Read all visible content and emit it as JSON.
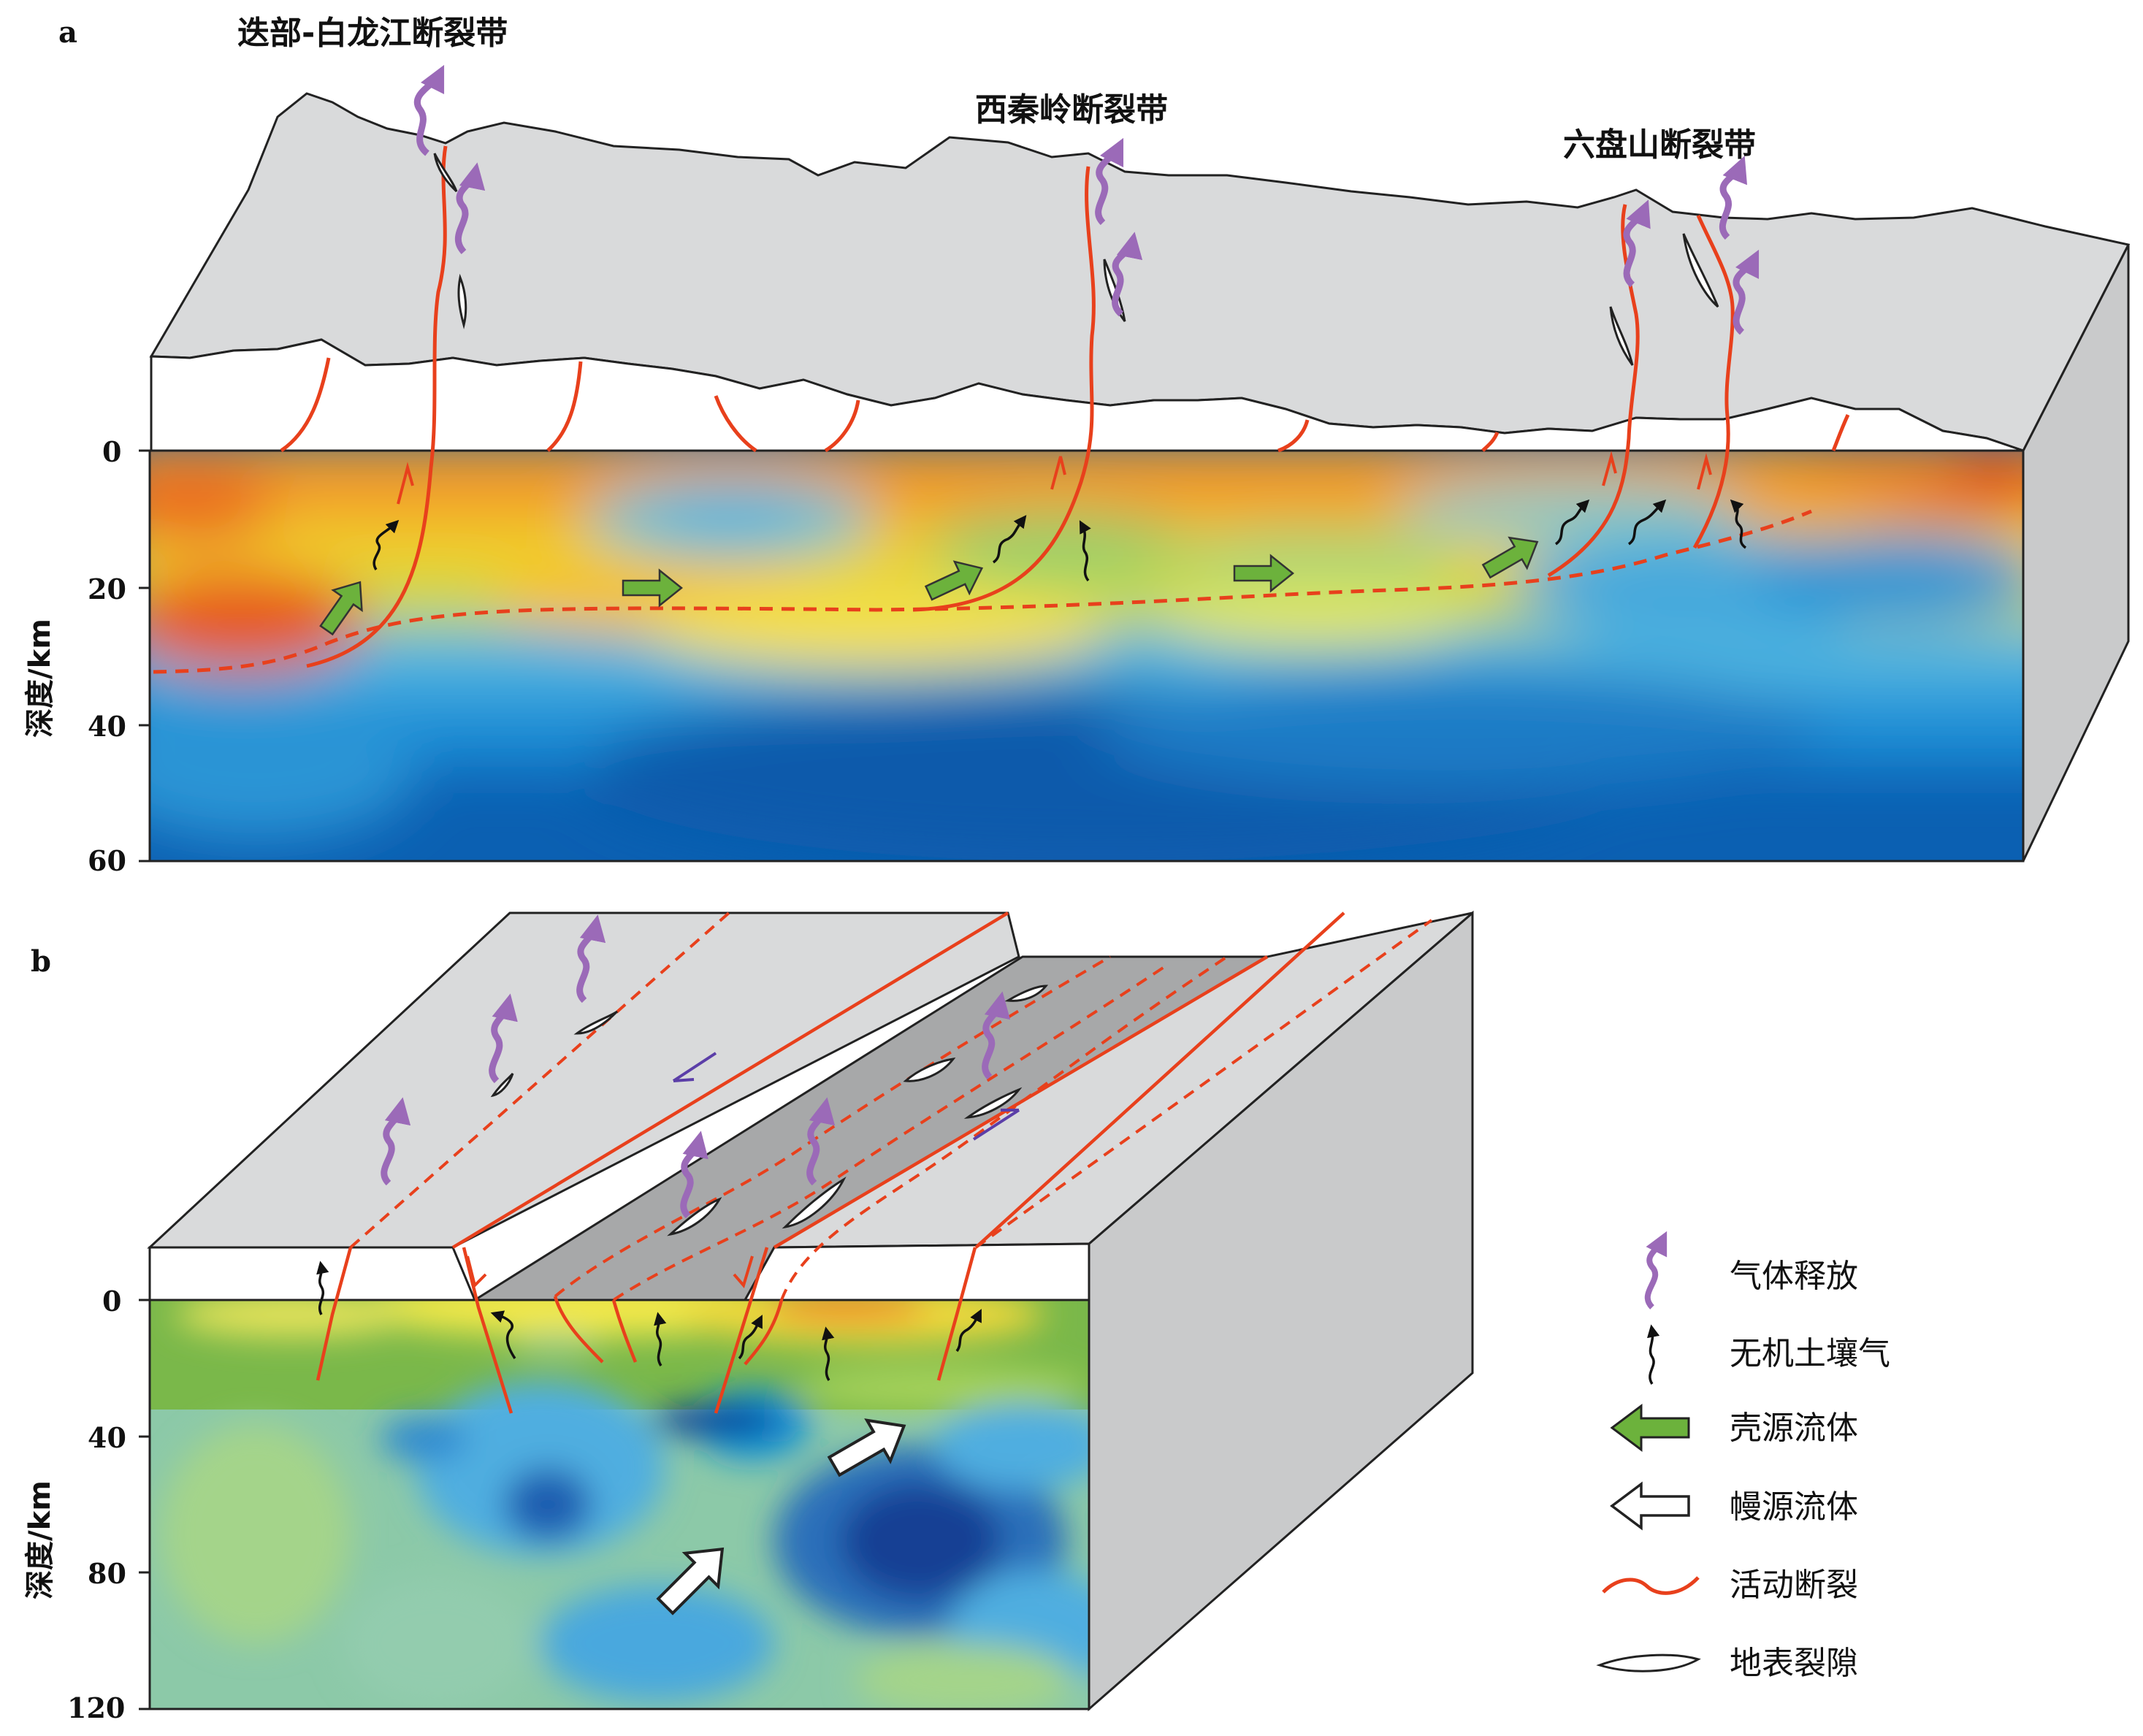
{
  "panel_a": {
    "letter": "a",
    "fault_labels": [
      "迭部-白龙江断裂带",
      "西秦岭断裂带",
      "六盘山断裂带"
    ],
    "depth_axis": {
      "label": "深度/km",
      "ticks": [
        "0",
        "20",
        "40",
        "60"
      ]
    }
  },
  "panel_b": {
    "letter": "b",
    "depth_axis": {
      "label": "深度/km",
      "ticks": [
        "0",
        "40",
        "80",
        "120"
      ]
    }
  },
  "legend": [
    {
      "icon": "purple-wavy-arrow-icon",
      "label": "气体释放"
    },
    {
      "icon": "black-thin-arrow-icon",
      "label": "无机土壤气"
    },
    {
      "icon": "green-block-arrow-icon",
      "label": "壳源流体"
    },
    {
      "icon": "white-block-arrow-icon",
      "label": "幔源流体"
    },
    {
      "icon": "red-fault-line-icon",
      "label": "活动断裂"
    },
    {
      "icon": "surface-crack-icon",
      "label": "地表裂隙"
    }
  ],
  "colors": {
    "fault": "#e8401c",
    "gas": "#9b6ab8",
    "crust_fluid": "#6cb23c",
    "surface": "#d9dadb",
    "deep_blue": "#0a5fb0"
  }
}
